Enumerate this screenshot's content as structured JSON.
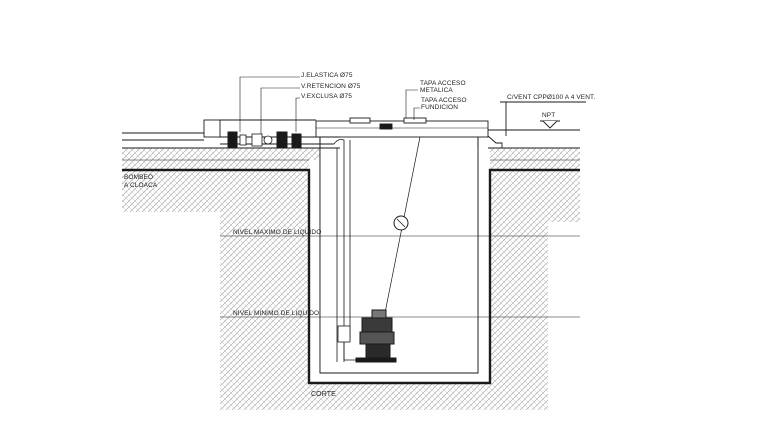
{
  "labels": {
    "elastica": "J.ELASTICA Ø75",
    "retencion": "V.RETENCION Ø75",
    "exclusa": "V.EXCLUSA Ø75",
    "tapa_metalica_1": "TAPA ACCESO",
    "tapa_metalica_2": "METALICA",
    "tapa_fundicion_1": "TAPA ACCESO",
    "tapa_fundicion_2": "FUNDICION",
    "vent": "C/VENT CPPØ100 A 4 VENT.",
    "npt": "NPT",
    "bombeo_1": "BOMBEO",
    "bombeo_2": "A CLOACA",
    "nivel_maximo": "NIVEL MAXIMO DE LIQUIDO",
    "nivel_minimo": "NIVEL MINIMO DE LIQUIDO",
    "corte": "CORTE"
  },
  "colors": {
    "line": "#1a1a1a",
    "hatch": "#9a9a9a",
    "background": "#ffffff"
  }
}
